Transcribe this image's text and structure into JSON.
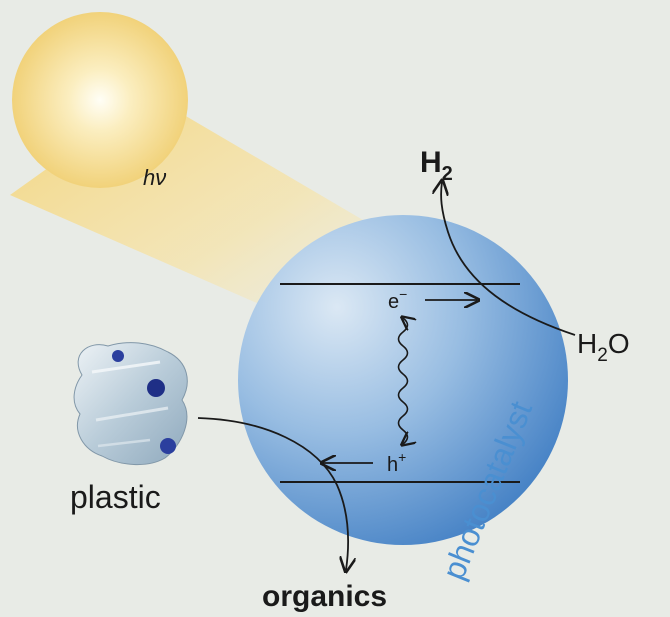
{
  "diagram": {
    "light_label": "hν",
    "product_h2": "H",
    "product_h2_sub": "2",
    "reactant_h2o_h": "H",
    "reactant_h2o_sub": "2",
    "reactant_h2o_o": "O",
    "electron_label": "e",
    "electron_sup": "−",
    "hole_label": "h",
    "hole_sup": "+",
    "plastic_label": "plastic",
    "organics_label": "organics",
    "catalyst_label": "photocatalyst"
  },
  "colors": {
    "background": "#e8ebe6",
    "sun_core": "#fffdf2",
    "sun_edge": "#f3d57e",
    "beam": "#f5dc8a",
    "sphere_light": "#c9dcee",
    "sphere_mid": "#8db4dc",
    "sphere_dark": "#3f7fc4",
    "catalyst_text": "#4a8fd1",
    "ink": "#1a1a1a",
    "bottle_body": "#c7d6e0",
    "bottle_cap": "#2b3f9e"
  }
}
